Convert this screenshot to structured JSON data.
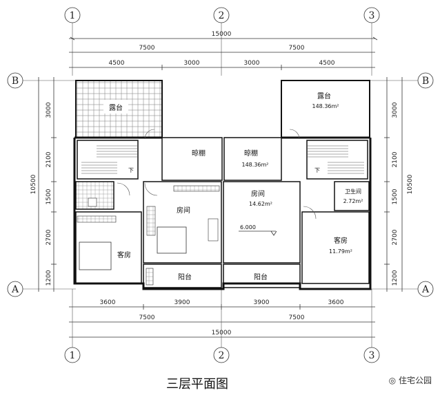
{
  "title": "三层平面图",
  "watermark": "住宅公园",
  "axes": {
    "top": [
      "1",
      "2",
      "3"
    ],
    "bottom": [
      "1",
      "2",
      "3"
    ],
    "left": [
      "B",
      "A"
    ],
    "right": [
      "B",
      "A"
    ]
  },
  "dims": {
    "top_total": "15000",
    "top_half": [
      "7500",
      "7500"
    ],
    "top_parts": [
      "4500",
      "3000",
      "3000",
      "4500"
    ],
    "bottom_parts": [
      "3600",
      "3900",
      "3900",
      "3600"
    ],
    "bottom_half": [
      "7500",
      "7500"
    ],
    "bottom_total": "15000",
    "left_total": "10500",
    "left_parts": [
      "3000",
      "2100",
      "1500",
      "2700",
      "1200"
    ],
    "right_total": "10500",
    "right_parts": [
      "3000",
      "2100",
      "1500",
      "2700",
      "1200"
    ]
  },
  "rooms": {
    "terrace_left": "露台",
    "terrace_right": "露台",
    "terrace_right_area": "148.36m²",
    "shed_left": "晾棚",
    "shed_right": "晾棚",
    "shed_right_area": "148.36m²",
    "room_center_left": "房间",
    "room_center_right": "房间",
    "room_center_right_area": "14.62m²",
    "level": "6.000",
    "bath_right": "卫生间",
    "bath_right_area": "2.72m²",
    "guest_left": "客房",
    "guest_right": "客房",
    "guest_right_area": "11.79m²",
    "balcony_left": "阳台",
    "balcony_right": "阳台",
    "stair_down_left": "下",
    "stair_down_right": "下"
  }
}
